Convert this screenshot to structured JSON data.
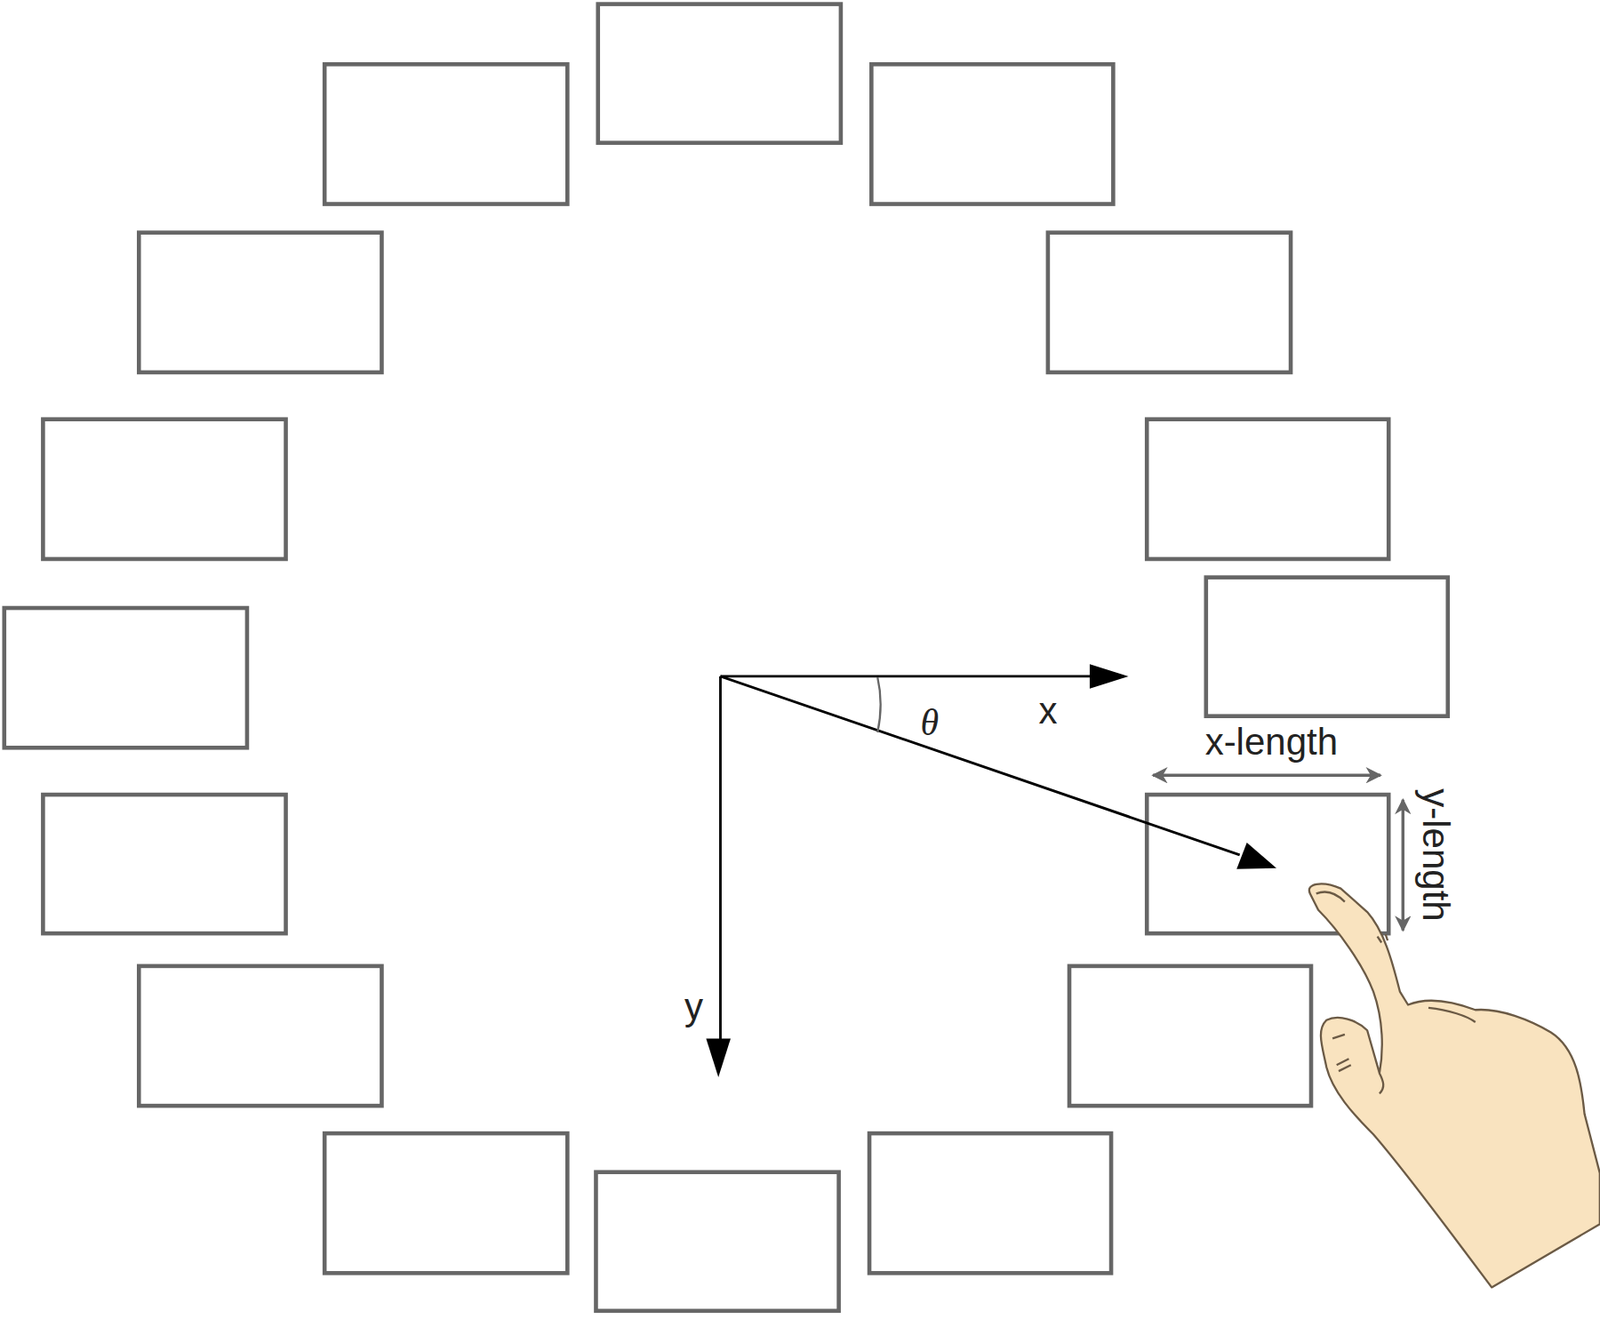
{
  "diagram": {
    "labels": [
      "x",
      "θ",
      "x-length",
      "y-length",
      "y"
    ]
  }
}
